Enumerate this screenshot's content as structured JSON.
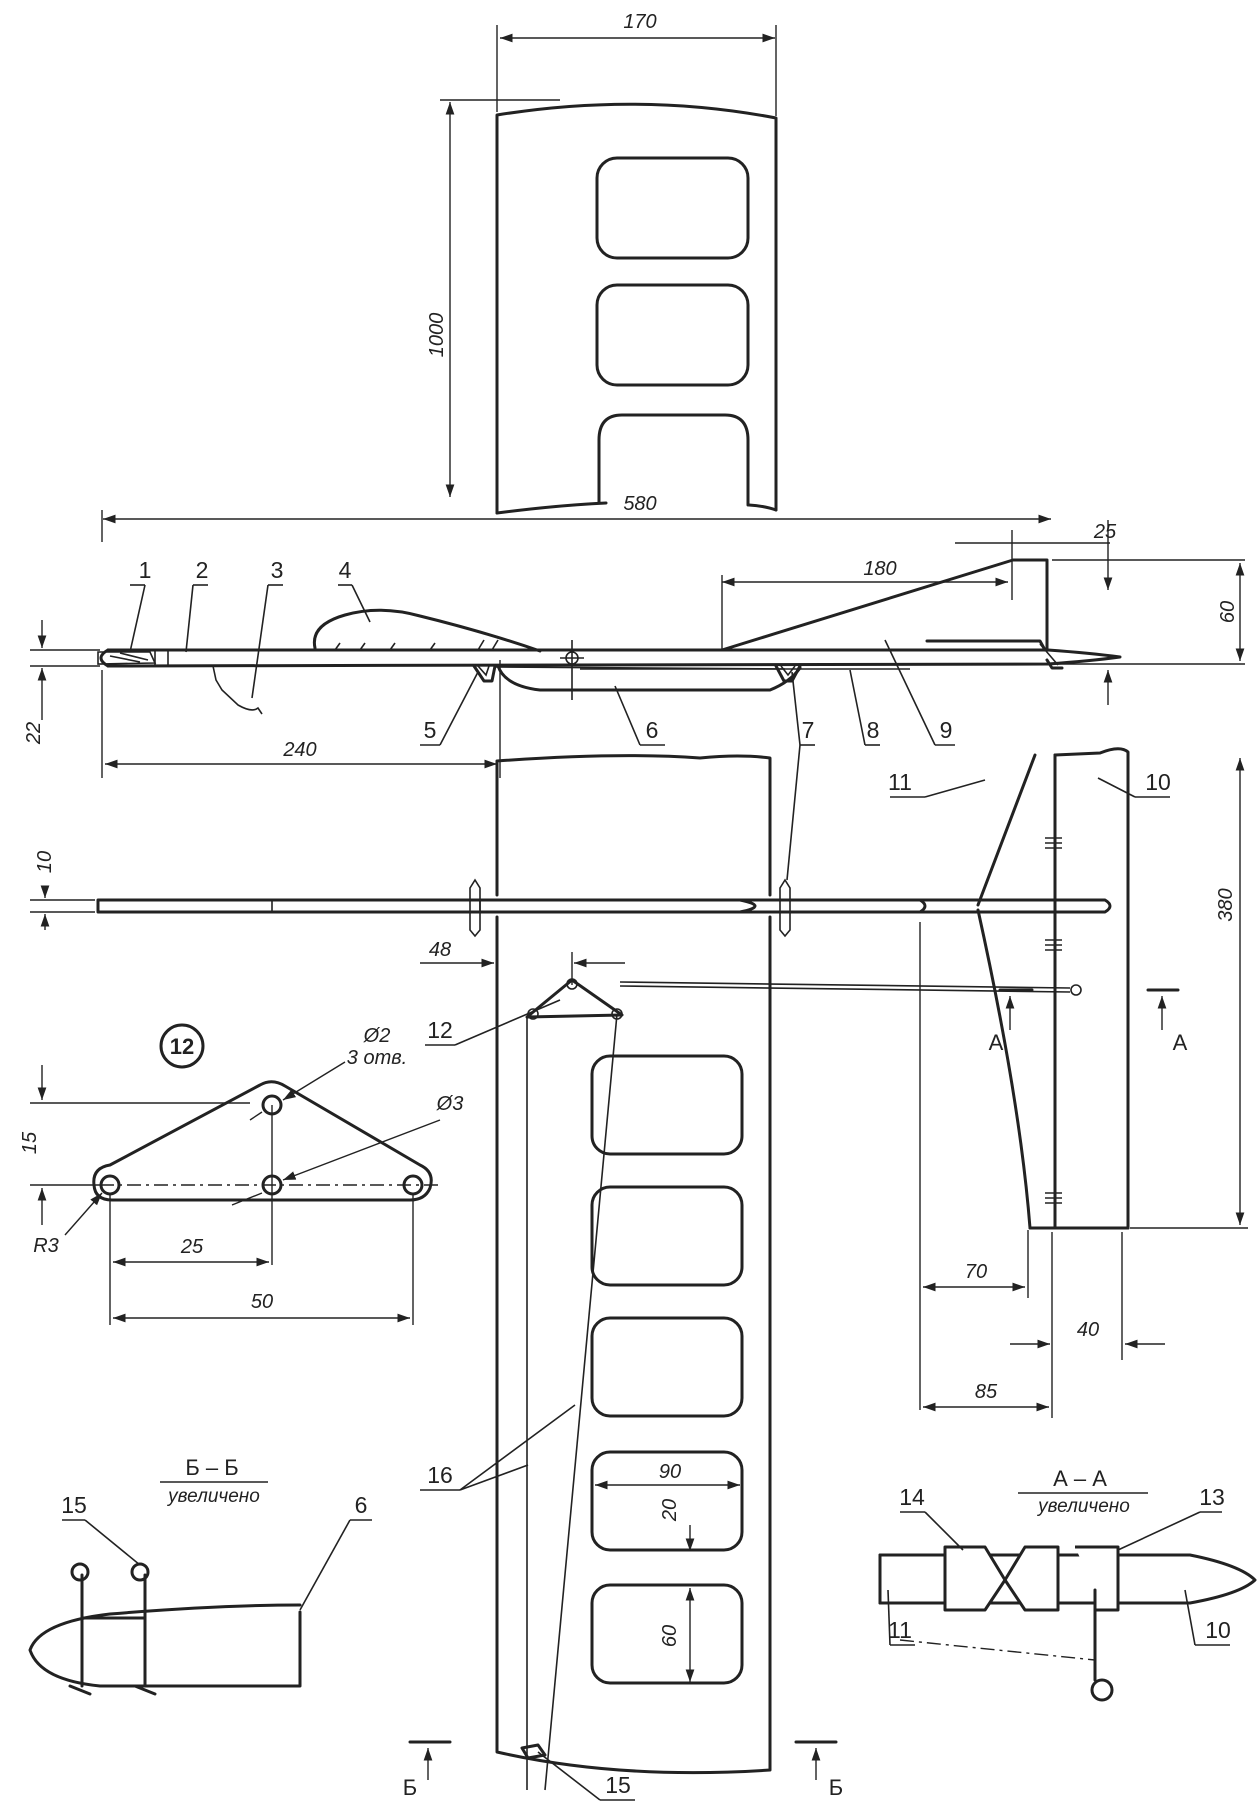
{
  "labels": {
    "n1": "1",
    "n2": "2",
    "n3": "3",
    "n4": "4",
    "n5": "5",
    "n6": "6",
    "n7": "7",
    "n8": "8",
    "n9": "9",
    "n10": "10",
    "n11": "11",
    "n12": "12",
    "n13": "13",
    "n14": "14",
    "n15a": "15",
    "n15b": "15",
    "n16": "16",
    "n6b": "6",
    "n10b": "10",
    "n11b": "11"
  },
  "dimensions": {
    "d170": "170",
    "d1000": "1000",
    "d580": "580",
    "d25": "25",
    "d180": "180",
    "d60": "60",
    "d22": "22",
    "d240": "240",
    "d10": "10",
    "d380": "380",
    "d48": "48",
    "d70": "70",
    "d40": "40",
    "d85": "85",
    "d90": "90",
    "d20": "20",
    "d60b": "60",
    "d15": "15",
    "d25b": "25",
    "d50": "50",
    "dia2": "Ø2",
    "holes": "3 отв.",
    "dia3": "Ø3",
    "r3": "R3"
  },
  "detail12": {
    "badge": "12"
  },
  "sections": {
    "aa_title": "А – А",
    "aa_sub": "увеличено",
    "bb_title": "Б – Б",
    "bb_sub": "увеличено",
    "a_left": "А",
    "a_right": "А",
    "b_left": "Б",
    "b_right": "Б"
  }
}
